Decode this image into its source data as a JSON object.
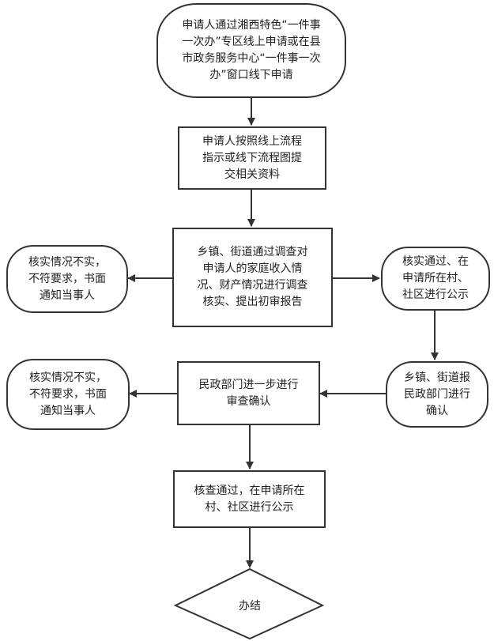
{
  "nodes": {
    "start": {
      "lines": [
        "申请人通过湘西特色“一件事",
        "一次办”专区线上申请或在县",
        "市政务服务中心“一件事一次",
        "办”窗口线下申请"
      ]
    },
    "submit": {
      "lines": [
        "申请人按照线上流程",
        "指示或线下流程图提",
        "交相关资料"
      ]
    },
    "investigate": {
      "lines": [
        "乡镇、街道通过调查对",
        "申请人的家庭收入情",
        "况、财产情况进行调查",
        "核实、提出初审报告"
      ]
    },
    "reject1": {
      "lines": [
        "核实情况不实，",
        "不符要求，书面",
        "通知当事人"
      ]
    },
    "publicize1": {
      "lines": [
        "核实通过、在",
        "申请所在村、",
        "社区进行公示"
      ]
    },
    "report": {
      "lines": [
        "乡镇、街道报",
        "民政部门进行",
        "确认"
      ]
    },
    "verify": {
      "lines": [
        "民政部门进一步进行",
        "审查确认"
      ]
    },
    "reject2": {
      "lines": [
        "核实情况不实，",
        "不符要求，书面",
        "通知当事人"
      ]
    },
    "publicize2": {
      "lines": [
        "核查通过，在申请所在",
        "村、社区进行公示"
      ]
    },
    "end": {
      "label": "办结"
    }
  },
  "colors": {
    "stroke": "#333333",
    "text": "#222222",
    "background": "#ffffff"
  }
}
